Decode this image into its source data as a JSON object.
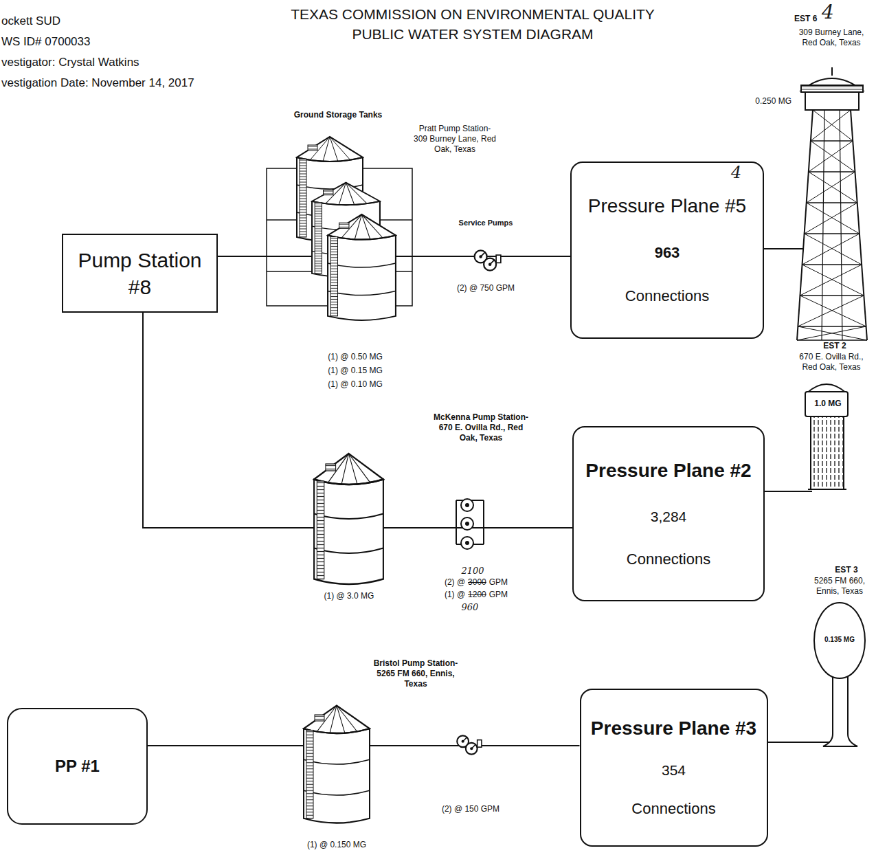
{
  "diagram": {
    "title": "TEXAS COMMISSION ON ENVIRONMENTAL QUALITY PUBLIC WATER SYSTEM DIAGRAM",
    "nodes": [
      {
        "text": [
          "Pump Station #8"
        ]
      },
      {
        "text": [
          "Pressure Plane #5",
          "963",
          "Connections"
        ]
      },
      {
        "text": [
          "Pressure Plane #2",
          "3,284",
          "Connections"
        ]
      },
      {
        "text": [
          "PP #1"
        ]
      },
      {
        "text": [
          "Pressure Plane #3",
          "354",
          "Connections"
        ]
      }
    ],
    "edges": [
      {
        "from": 0,
        "to": 1,
        "arrow": "none"
      },
      {
        "from": 0,
        "to": 2,
        "arrow": "none"
      },
      {
        "from": 3,
        "to": 4,
        "arrow": "none"
      }
    ],
    "labels": [
      "ockett SUD",
      "WS ID# 0700033",
      "vestigator: Crystal Watkins",
      "vestigation Date: November 14, 2017",
      "EST 6",
      "4",
      "309 Burney Lane, Red Oak, Texas",
      "Ground Storage Tanks",
      "Pratt Pump Station- 309 Burney Lane, Red Oak, Texas",
      "0.250 MG",
      "4",
      "Service Pumps",
      "(2) @ 750 GPM",
      "(1) @ 0.50 MG",
      "(1) @ 0.15 MG",
      "(1) @ 0.10 MG",
      "EST 2",
      "670 E. Ovilla Rd., Red Oak, Texas",
      "1.0 MG",
      "McKenna Pump Station- 670 E. Ovilla Rd., Red Oak, Texas",
      "2100",
      "(2) @",
      "3000",
      "GPM",
      "(1) @",
      "1200",
      "GPM",
      "960",
      "EST 3",
      "5265 FM 660, Ennis, Texas",
      "(1) @ 3.0 MG",
      "0.135 MG",
      "Bristol Pump Station- 5265 FM 660, Ennis, Texas",
      "(2) @ 150 GPM",
      "(1) @ 0.150 MG"
    ]
  }
}
